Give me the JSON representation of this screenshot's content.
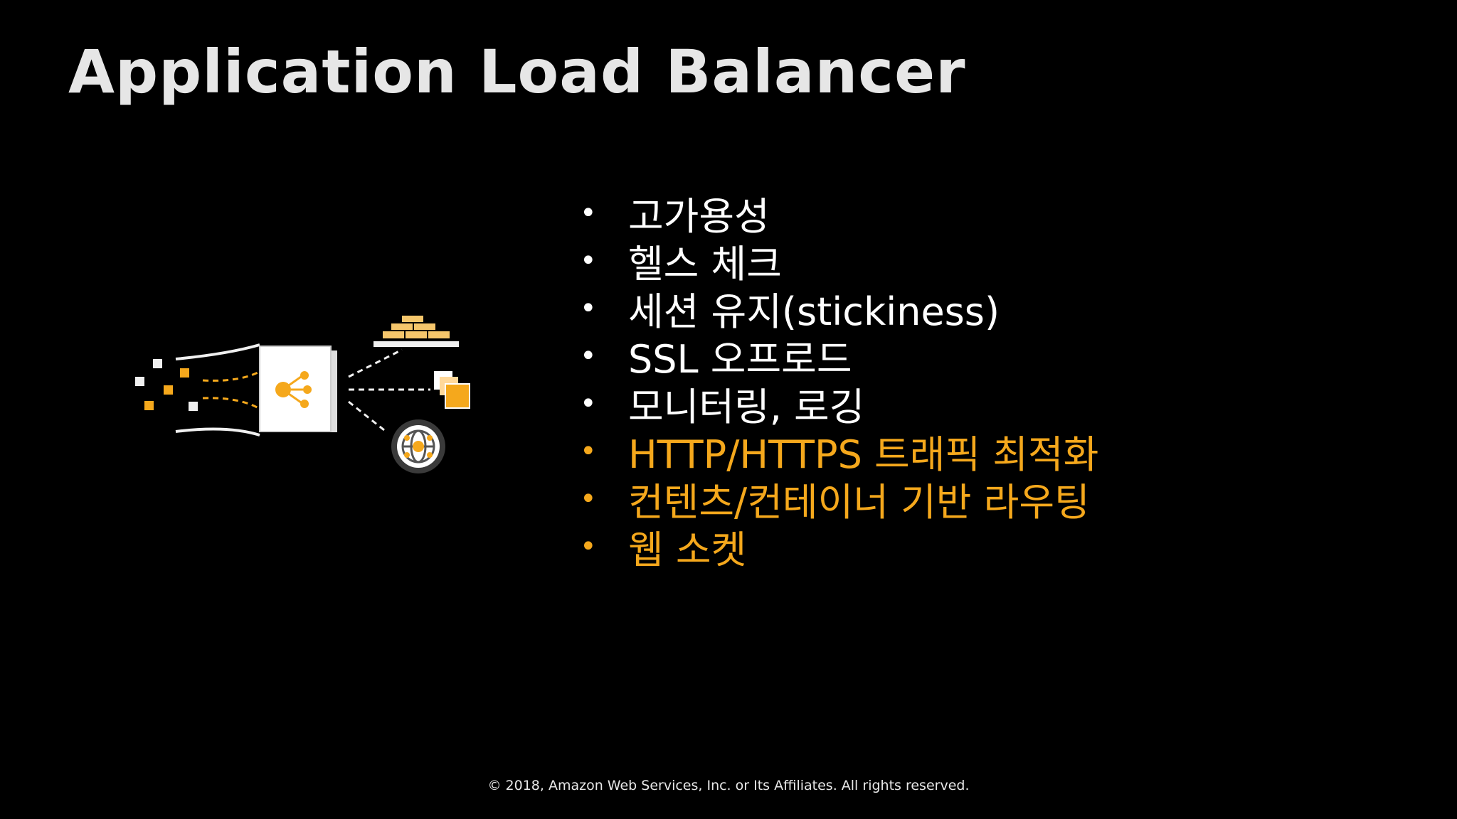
{
  "slide": {
    "title": "Application Load Balancer",
    "bullets": [
      {
        "text": "고가용성",
        "highlight": false
      },
      {
        "text": "헬스 체크",
        "highlight": false
      },
      {
        "text": "세션 유지(stickiness)",
        "highlight": false
      },
      {
        "text": "SSL 오프로드",
        "highlight": false
      },
      {
        "text": "모니터링, 로깅",
        "highlight": false
      },
      {
        "text": "HTTP/HTTPS 트래픽 최적화",
        "highlight": true
      },
      {
        "text": "컨텐츠/컨테이너 기반 라우팅",
        "highlight": true
      },
      {
        "text": "웹 소켓",
        "highlight": true
      }
    ],
    "bullet_symbol": "•",
    "footer": "© 2018, Amazon Web Services, Inc. or Its Affiliates. All rights reserved.",
    "colors": {
      "background": "#000000",
      "text": "#ffffff",
      "accent": "#f5a81c"
    },
    "icons": [
      "load-balancer-icon",
      "database-icon",
      "instances-icon",
      "globe-icon"
    ]
  }
}
